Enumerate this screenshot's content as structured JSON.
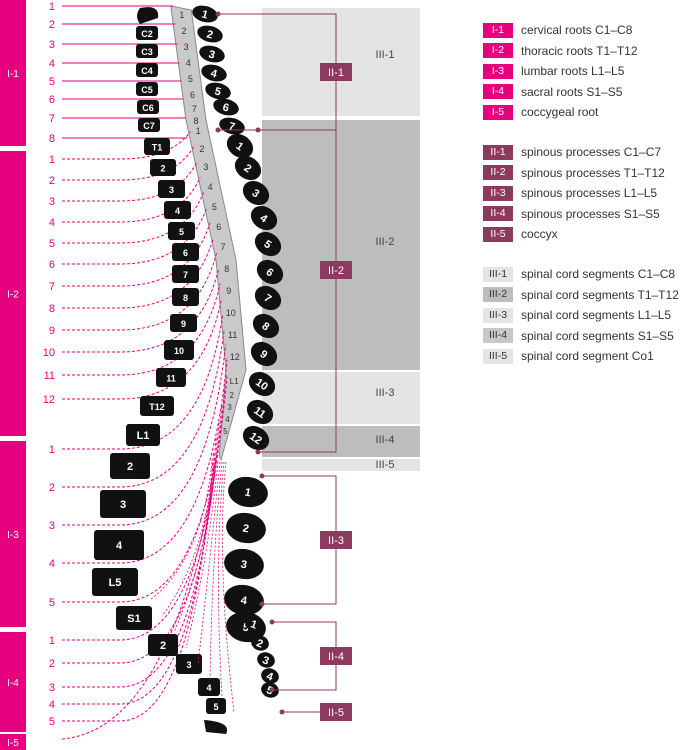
{
  "root_groups": [
    {
      "id": "I-1",
      "numbers": [
        "1",
        "2",
        "3",
        "4",
        "5",
        "6",
        "7",
        "8"
      ]
    },
    {
      "id": "I-2",
      "numbers": [
        "1",
        "2",
        "3",
        "4",
        "5",
        "6",
        "7",
        "8",
        "9",
        "10",
        "11",
        "12"
      ]
    },
    {
      "id": "I-3",
      "numbers": [
        "1",
        "2",
        "3",
        "4",
        "5"
      ]
    },
    {
      "id": "I-4",
      "numbers": [
        "1",
        "2",
        "3",
        "4",
        "5"
      ]
    },
    {
      "id": "I-5",
      "numbers": []
    }
  ],
  "vertebral_bodies": {
    "cervical": [
      "C2",
      "C3",
      "C4",
      "C5",
      "C6",
      "C7"
    ],
    "thoracic": [
      "T1",
      "2",
      "3",
      "4",
      "5",
      "6",
      "7",
      "8",
      "9",
      "10",
      "11",
      "T12"
    ],
    "lumbar": [
      "L1",
      "2",
      "3",
      "4",
      "L5"
    ],
    "sacral": [
      "S1",
      "2",
      "3",
      "4",
      "5"
    ]
  },
  "cord_segments": {
    "cervical": [
      "1",
      "2",
      "3",
      "4",
      "5",
      "6",
      "7",
      "8"
    ],
    "thoracic": [
      "1",
      "2",
      "3",
      "4",
      "5",
      "6",
      "7",
      "8",
      "9",
      "10",
      "11",
      "12"
    ],
    "lumbar": [
      "L1",
      "2",
      "3",
      "4",
      "5"
    ]
  },
  "spinous_processes": {
    "cervical": [
      "1",
      "2",
      "3",
      "4",
      "5",
      "6",
      "7"
    ],
    "thoracic": [
      "1",
      "2",
      "3",
      "4",
      "5",
      "6",
      "7",
      "8",
      "9",
      "10",
      "11",
      "12"
    ],
    "lumbar": [
      "1",
      "2",
      "3",
      "4",
      "5"
    ],
    "sacral": [
      "1",
      "2",
      "3",
      "4",
      "5"
    ]
  },
  "segment_bands": [
    {
      "id": "III-1"
    },
    {
      "id": "III-2"
    },
    {
      "id": "III-3"
    },
    {
      "id": "III-4"
    },
    {
      "id": "III-5"
    }
  ],
  "spinous_groups": [
    {
      "id": "II-1"
    },
    {
      "id": "II-2"
    },
    {
      "id": "II-3"
    },
    {
      "id": "II-4"
    },
    {
      "id": "II-5"
    }
  ],
  "legend": {
    "roots": [
      {
        "badge": "I-1",
        "text": "cervical roots C1–C8"
      },
      {
        "badge": "I-2",
        "text": "thoracic roots T1–T12"
      },
      {
        "badge": "I-3",
        "text": "lumbar roots L1–L5"
      },
      {
        "badge": "I-4",
        "text": "sacral roots S1–S5"
      },
      {
        "badge": "I-5",
        "text": "coccygeal root"
      }
    ],
    "spinous": [
      {
        "badge": "II-1",
        "text": "spinous processes C1–C7"
      },
      {
        "badge": "II-2",
        "text": "spinous processes T1–T12"
      },
      {
        "badge": "II-3",
        "text": "spinous processes L1–L5"
      },
      {
        "badge": "II-4",
        "text": "spinous processes S1–S5"
      },
      {
        "badge": "II-5",
        "text": "coccyx"
      }
    ],
    "segments": [
      {
        "badge": "III-1",
        "text": "spinal cord segments C1–C8",
        "color": "#e4e4e4"
      },
      {
        "badge": "III-2",
        "text": "spinal cord segments T1–T12",
        "color": "#bdbdbd"
      },
      {
        "badge": "III-3",
        "text": "spinal cord segments L1–L5",
        "color": "#e4e4e4"
      },
      {
        "badge": "III-4",
        "text": "spinal cord segments S1–S5",
        "color": "#c8c8c8"
      },
      {
        "badge": "III-5",
        "text": "spinal cord segment Co1",
        "color": "#e4e4e4"
      }
    ]
  },
  "colors": {
    "magenta": "#e6007e",
    "spinous_purple": "#8c3a5d",
    "bone": "#111111",
    "cord": "#c9c9c9",
    "band_light": "#e4e4e4",
    "band_dark": "#bdbdbd"
  }
}
